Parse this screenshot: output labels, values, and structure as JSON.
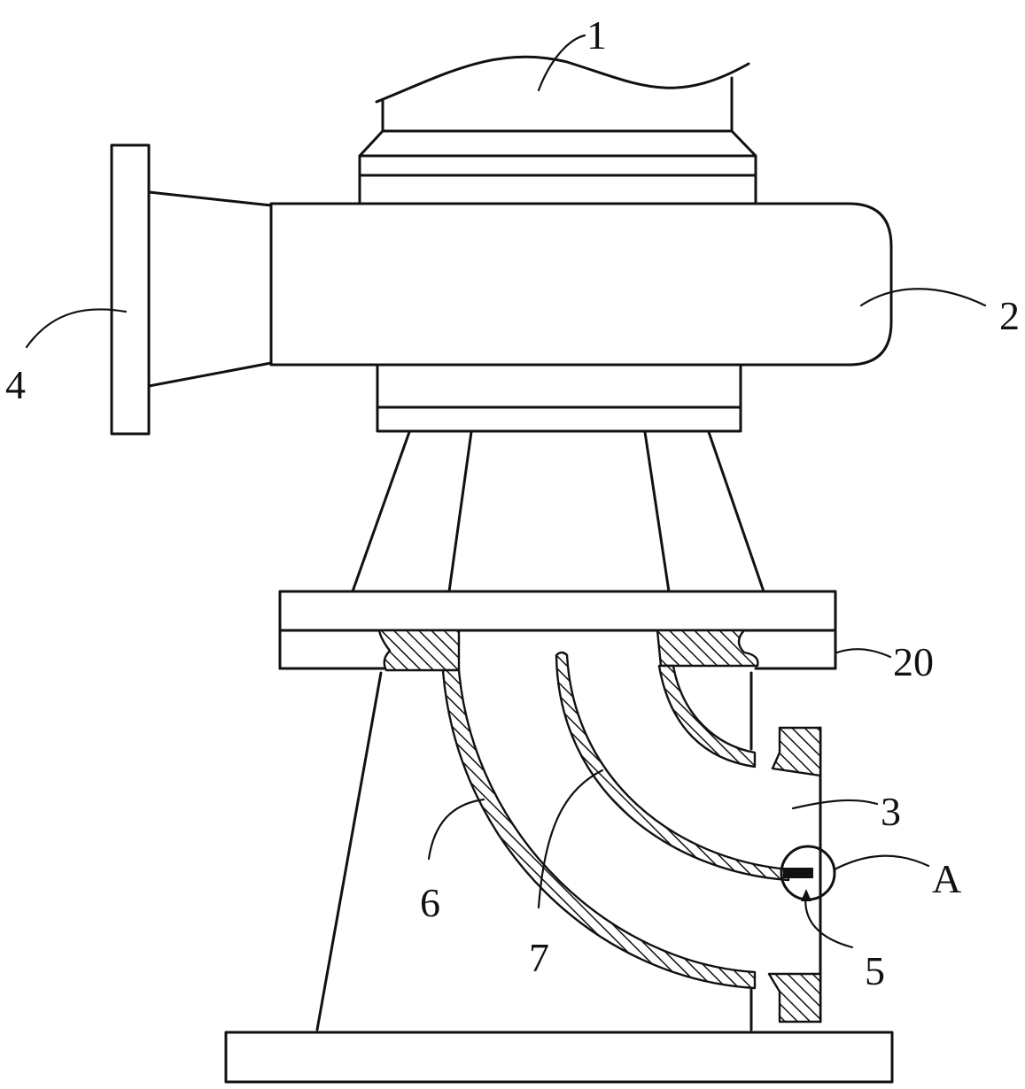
{
  "labels": {
    "l1": "1",
    "l2": "2",
    "l3": "3",
    "l4": "4",
    "l5": "5",
    "l6": "6",
    "l7": "7",
    "l20": "20",
    "lA": "A"
  }
}
